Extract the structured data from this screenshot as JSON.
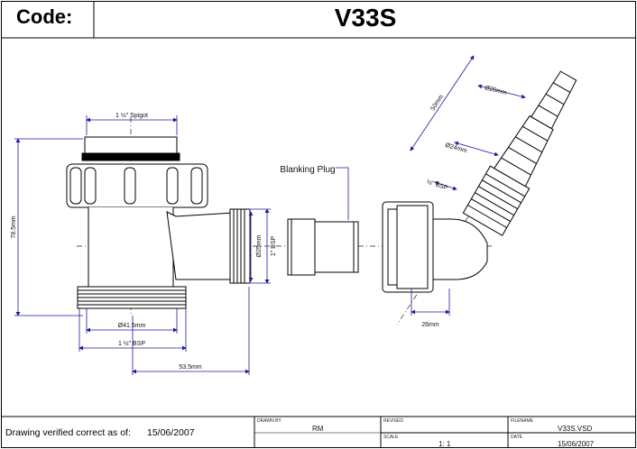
{
  "header": {
    "code_label": "Code:",
    "code_value": "V33S"
  },
  "dimensions": {
    "spigot": "1 ½\" Spigot",
    "height": "78.5mm",
    "diameter_outlet": "Ø25mm",
    "bsp_outlet": "1\" BSP",
    "diameter_base": "Ø41.5mm",
    "bsp_base": "1 ½\" BSP",
    "length": "53.5mm",
    "elbow_length": "50mm",
    "tail_diam_1": "Ø20mm",
    "tail_diam_2": "Ø24mm",
    "elbow_bsp": "½\" BSP",
    "nut_width": "26mm"
  },
  "callouts": {
    "blanking_plug": "Blanking Plug"
  },
  "title_block": {
    "verified_label": "Drawing verified  correct as of:",
    "verified_date": "15/06/2007",
    "drawn_by_label": "DRAWN BY",
    "drawn_by": "RM",
    "revised_label": "REVISED",
    "revised": "",
    "scale_label": "SCALE",
    "scale": "1: 1",
    "filename_label": "FILENAME",
    "filename": "V33S.VSD",
    "date_label": "DATE",
    "date": "15/06/2007"
  }
}
